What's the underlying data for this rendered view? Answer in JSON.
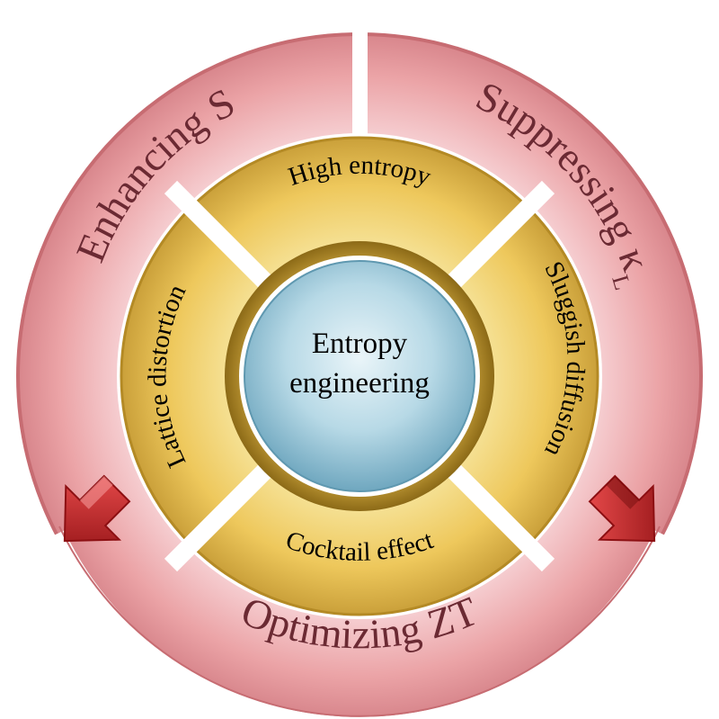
{
  "center": {
    "line1": "Entropy",
    "line2": "engineering"
  },
  "inner_ring": {
    "top": "High entropy",
    "right": "Sluggish diffusion",
    "bottom": "Cocktail effect",
    "left": "Lattice distortion"
  },
  "outer_ring": {
    "left_main": "Enhancing S",
    "right_main": "Suppressing κ",
    "right_sub": "L",
    "bottom_main": "Optimizing ZT"
  },
  "colors": {
    "outer_ring_fill": "#eba3a6",
    "outer_ring_light": "#f8d8da",
    "outer_ring_edge": "#c76c72",
    "outer_text": "#6b2a33",
    "inner_ring_fill": "#eac75a",
    "inner_ring_light": "#f8e8a6",
    "inner_ring_edge": "#b48a25",
    "center_fill": "#aed3e1",
    "center_light": "#e6f3f8",
    "center_edge": "#5f98b0",
    "arrow_fill": "#d42a2a",
    "arrow_dark": "#8c0f12"
  },
  "icons": {
    "left_arrow": "down-right-arrow-icon",
    "right_arrow": "down-left-arrow-icon"
  }
}
